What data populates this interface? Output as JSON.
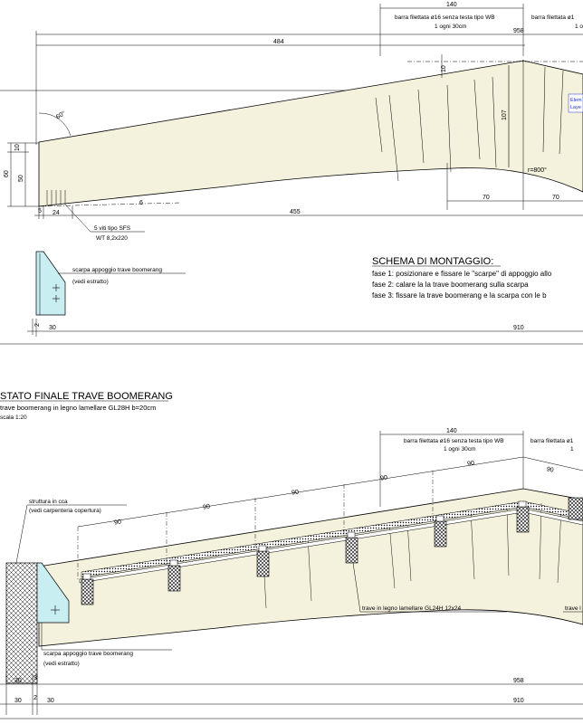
{
  "top": {
    "dim_140": "140",
    "bar_left_line1": "barra filettata ø16 senza testa tipo WB",
    "bar_left_line2": "1 ogni 30cm",
    "bar_right_line1": "barra filettata ø1",
    "bar_right_line2": "1 o",
    "dim_958": "958",
    "dim_484": "484",
    "dim_10_top": "10",
    "dim_107": "107",
    "angle_label": "60°",
    "dim_10_left": "10",
    "dim_50": "50",
    "dim_60": "60",
    "radius_label": "r=800°",
    "dim_70a": "70",
    "dim_70b": "70",
    "dim_5": "5",
    "dim_24": "24",
    "dim_455": "455",
    "dim_6": "6",
    "screws_line1": "5 viti tipo SFS",
    "screws_line2": "WT 8,2x220",
    "shoe_line1": "scarpa appoggio trave boomerang",
    "shoe_line2": "(vedi estratto)",
    "dim_2": "2",
    "dim_30": "30",
    "dim_910": "910",
    "layer_line1": "Elem",
    "layer_line2": "Laye"
  },
  "schema": {
    "title": "SCHEMA DI MONTAGGIO:",
    "lines": [
      "fase 1: posizionare e fissare le \"scarpe\" di appoggio allo",
      "fase 2: calare la la trave boomerang sulla scarpa",
      "fase 3: fissare la trave boomerang e la scarpa con le b"
    ]
  },
  "bottom": {
    "title": "STATO FINALE TRAVE BOOMERANG",
    "subtitle": "trave boomerang in legno lamellare GL28H b=20cm",
    "scale": "scala 1:20",
    "dim_140": "140",
    "bar_left_line1": "barra filettata ø16 senza testa tipo WB",
    "bar_left_line2": "1 ogni 30cm",
    "bar_right_line1": "barra filettata ø1",
    "bar_right_line2": "1",
    "spacing": [
      "90",
      "90",
      "90",
      "90",
      "90",
      "90"
    ],
    "concrete_line1": "struttura in cca",
    "concrete_line2": "(vedi carpenteria copertura)",
    "joist_label": "trave in legno lamellare GL24H 12x24",
    "joist_label_right": "trave l",
    "shoe_line1": "scarpa appoggio trave boomerang",
    "shoe_line2": "(vedi estratto)",
    "dim_30a": "30",
    "dim_3": "3",
    "dim_958": "958",
    "dim_30b": "30",
    "dim_2": "2",
    "dim_30c": "30",
    "dim_910": "910"
  },
  "colors": {
    "beam_fill": "#f4f1dc",
    "shoe_fill": "#c9eef2",
    "joist_fill": "#555555",
    "line": "#000000"
  }
}
